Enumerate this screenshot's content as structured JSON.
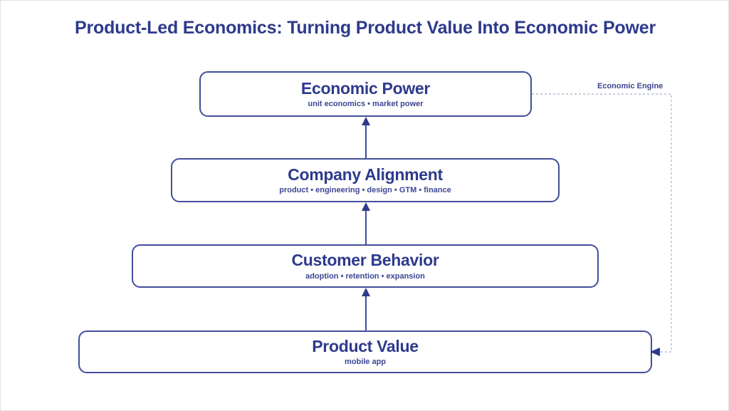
{
  "slide": {
    "title": "Product-Led Economics: Turning Product Value Into Economic Power",
    "accent_color": "#2d3a8c",
    "stroke_color": "#434e9b",
    "background_color": "#ffffff",
    "border_color": "#e2e2e2"
  },
  "layers": [
    {
      "id": "economic-power",
      "title": "Economic Power",
      "subtitle": "unit economics • market power"
    },
    {
      "id": "company-alignment",
      "title": "Company Alignment",
      "subtitle": "product • engineering • design • GTM • finance"
    },
    {
      "id": "customer-behavior",
      "title": "Customer Behavior",
      "subtitle": "adoption • retention • expansion"
    },
    {
      "id": "product-value",
      "title": "Product Value",
      "subtitle": "mobile app"
    }
  ],
  "feedback": {
    "label": "Economic Engine",
    "style": "dashed",
    "from": "economic-power",
    "to": "product-value"
  }
}
